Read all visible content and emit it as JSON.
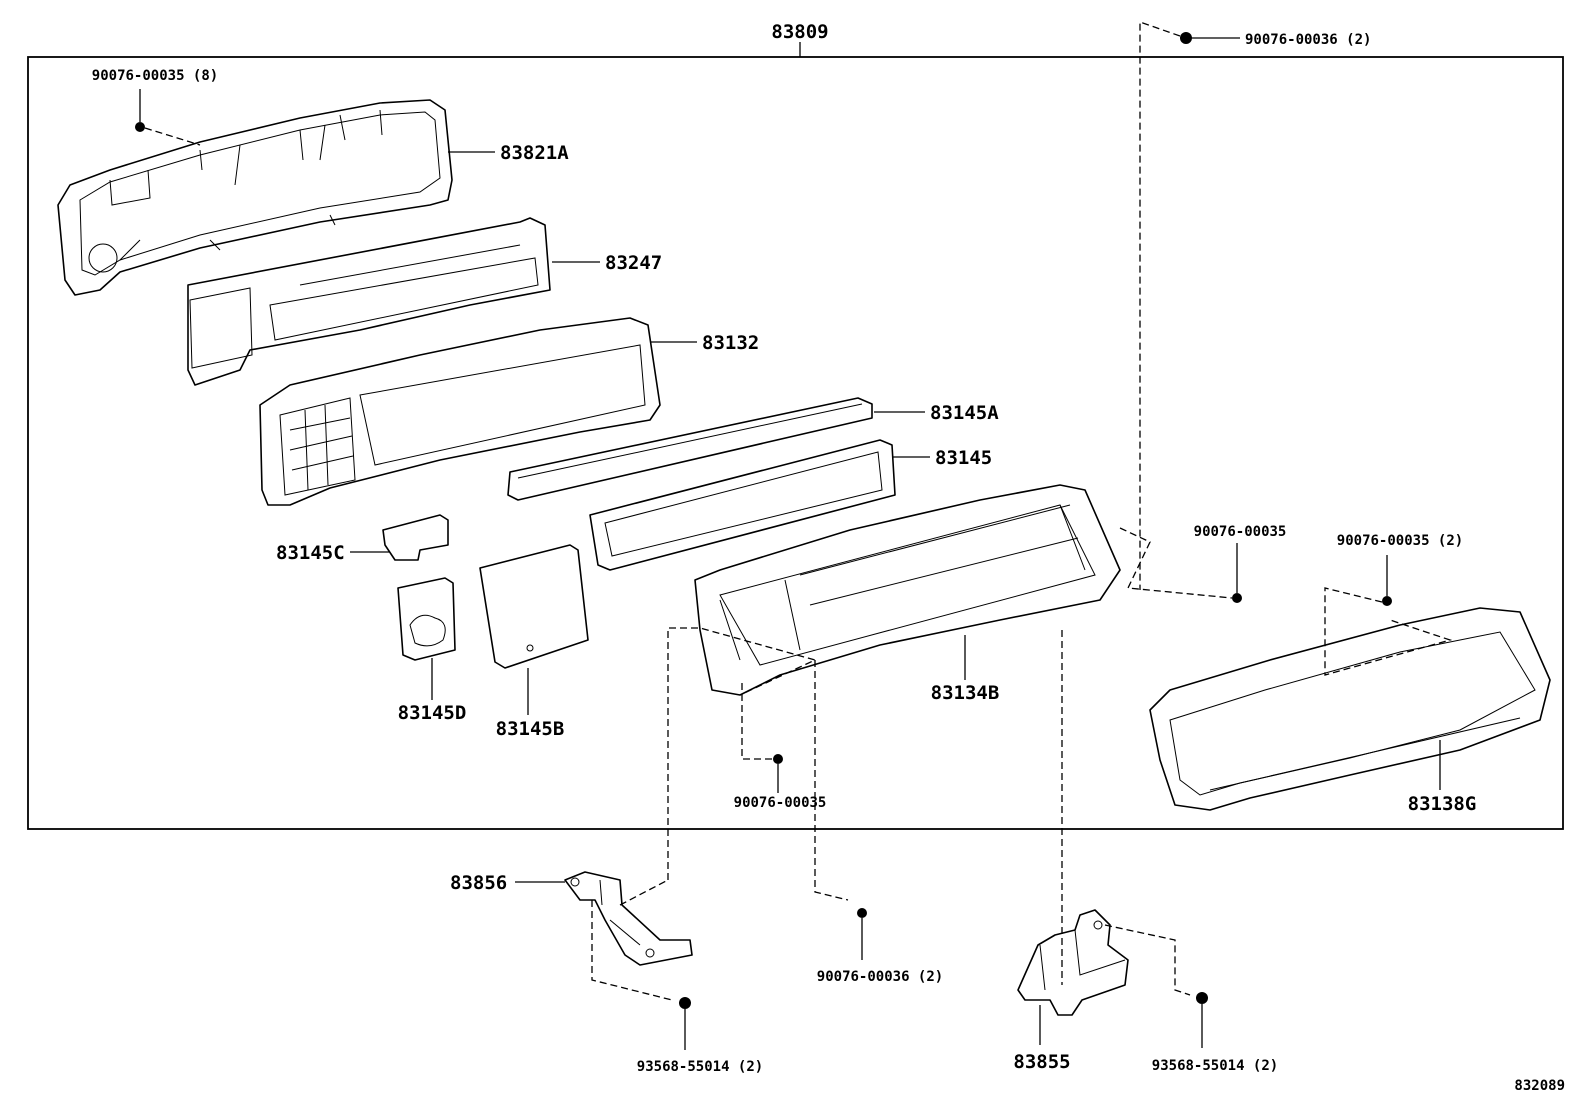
{
  "labels": {
    "assembly": "83809",
    "screw_top_left": "90076-00035 (8)",
    "screw_top_right": "90076-00036 (2)",
    "back_cover": "83821A",
    "dial_plate": "83247",
    "case": "83132",
    "plate_a": "83145A",
    "plate": "83145",
    "plate_c": "83145C",
    "plate_d": "83145D",
    "plate_b": "83145B",
    "hood": "83134B",
    "screw_mid_right": "90076-00035",
    "screw_mid_right2": "90076-00035 (2)",
    "screw_mid_lower": "90076-00035",
    "lens": "83138G",
    "bracket_left": "83856",
    "screw_lower_mid": "90076-00036 (2)",
    "bracket_right": "83855",
    "bolt_left": "93568-55014 (2)",
    "bolt_right": "93568-55014 (2)",
    "figure_ref": "832089"
  }
}
